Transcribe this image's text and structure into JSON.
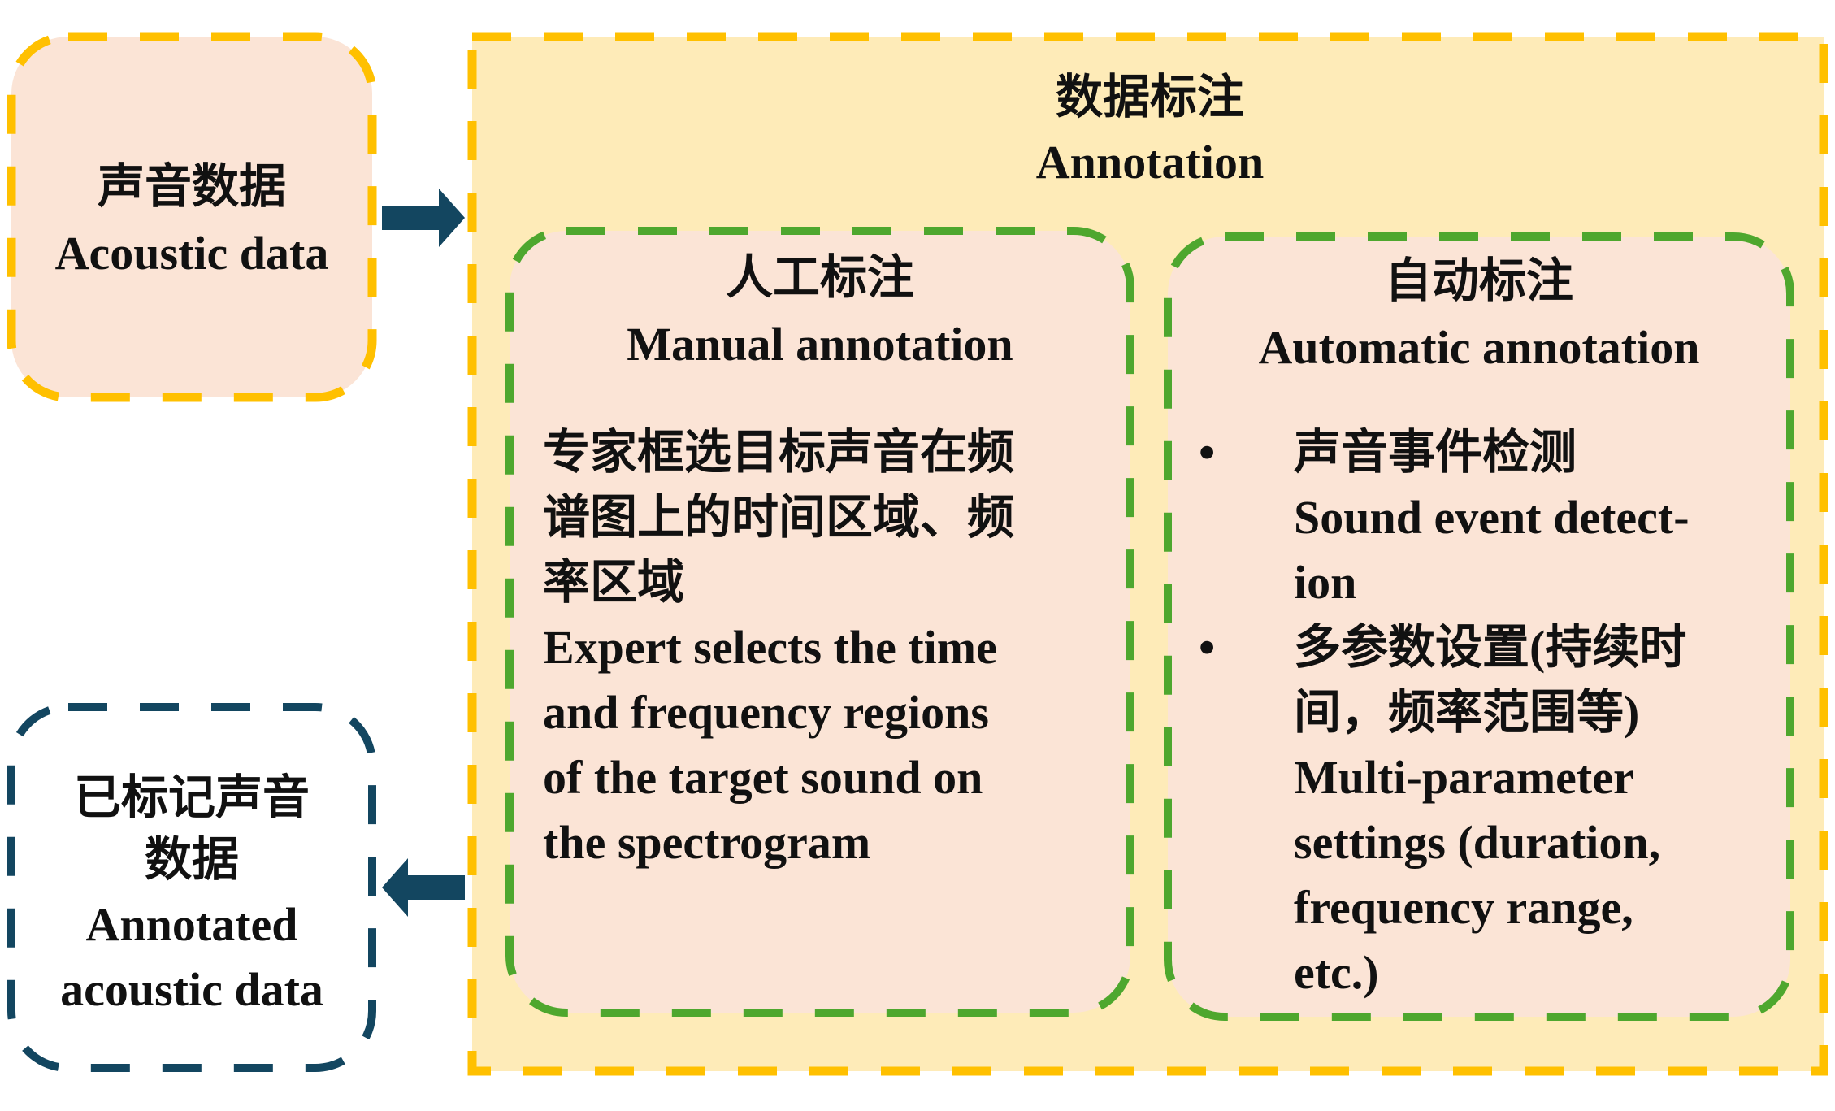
{
  "colors": {
    "yellow": "#FFC000",
    "pink_fill": "#FBE4D6",
    "yellow_fill": "#FEEBB8",
    "green": "#4EA72E",
    "navy": "#134660"
  },
  "source": {
    "zh": "声音数据",
    "en": "Acoustic data"
  },
  "annotation": {
    "zh": "数据标注",
    "en": "Annotation"
  },
  "manual": {
    "zh": "人工标注",
    "en": "Manual annotation",
    "desc_zh": [
      "专家框选目标声音在频",
      "谱图上的时间区域、频",
      "率区域"
    ],
    "desc_en": [
      "Expert selects the time",
      "and frequency regions",
      "of the target sound on",
      "the spectrogram"
    ]
  },
  "automatic": {
    "zh": "自动标注",
    "en": "Automatic annotation",
    "bullet": "•",
    "item1": [
      "声音事件检测",
      "Sound event detect-",
      "ion"
    ],
    "item2": [
      "多参数设置(持续时",
      "间，频率范围等)",
      "Multi-parameter",
      "settings (duration,",
      "frequency range,",
      "etc.)"
    ]
  },
  "output": {
    "zh": [
      "已标记声音",
      "数据"
    ],
    "en": [
      "Annotated",
      "acoustic data"
    ]
  },
  "icons": [
    "arrow-right-icon",
    "arrow-left-icon"
  ]
}
